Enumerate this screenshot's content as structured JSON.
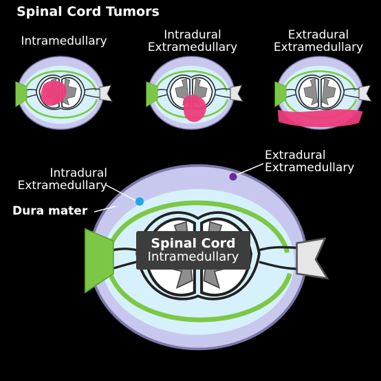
{
  "title": "Spinal Cord Tumors",
  "panels": [
    {
      "label": "Intramedullary"
    },
    {
      "label_line1": "Intradural",
      "label_line2": "Extramedullary"
    },
    {
      "label_line1": "Extradural",
      "label_line2": "Extramedullary"
    }
  ],
  "main": {
    "intradural_label_line1": "Intradural",
    "intradural_label_line2": "Extramedullary",
    "extradural_label_line1": "Extradural",
    "extradural_label_line2": "Extramedullary",
    "dura_label": "Dura mater",
    "center_label_line1": "Spinal Cord",
    "center_label_line2": "Intramedullary"
  },
  "colors": {
    "background": "#000000",
    "dura": "#c8c8ee",
    "csf": "#d6f1fb",
    "membrane": "#7cc846",
    "tumor": "#ee3d7c",
    "intradural_dot": "#1ea7e6",
    "extradural_dot": "#6a2b9f"
  }
}
